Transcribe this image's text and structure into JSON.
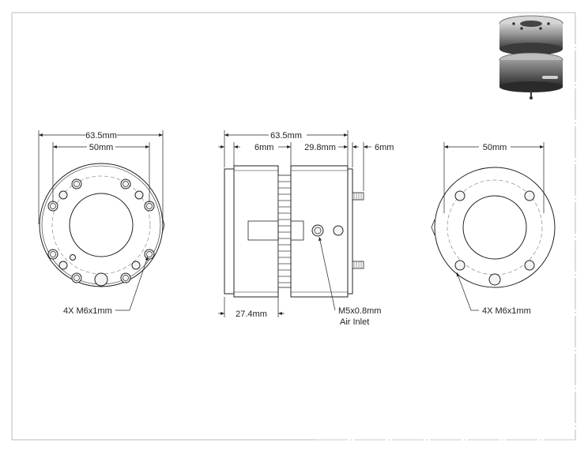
{
  "front_view": {
    "outer_dim": "63.5mm",
    "bolt_circle_dim": "50mm",
    "hole_callout": "4X M6x1mm"
  },
  "side_view": {
    "overall_dim": "63.5mm",
    "left_flange_dim": "6mm",
    "body_dim": "29.8mm",
    "right_flange_dim": "6mm",
    "bottom_dim": "27.4mm",
    "port_callout_line1": "M5x0.8mm",
    "port_callout_line2": "Air Inlet"
  },
  "back_view": {
    "bolt_circle_dim": "50mm",
    "hole_callout": "4X M6x1mm"
  },
  "thumbnail": {
    "icon": "isometric-coupling-render"
  }
}
